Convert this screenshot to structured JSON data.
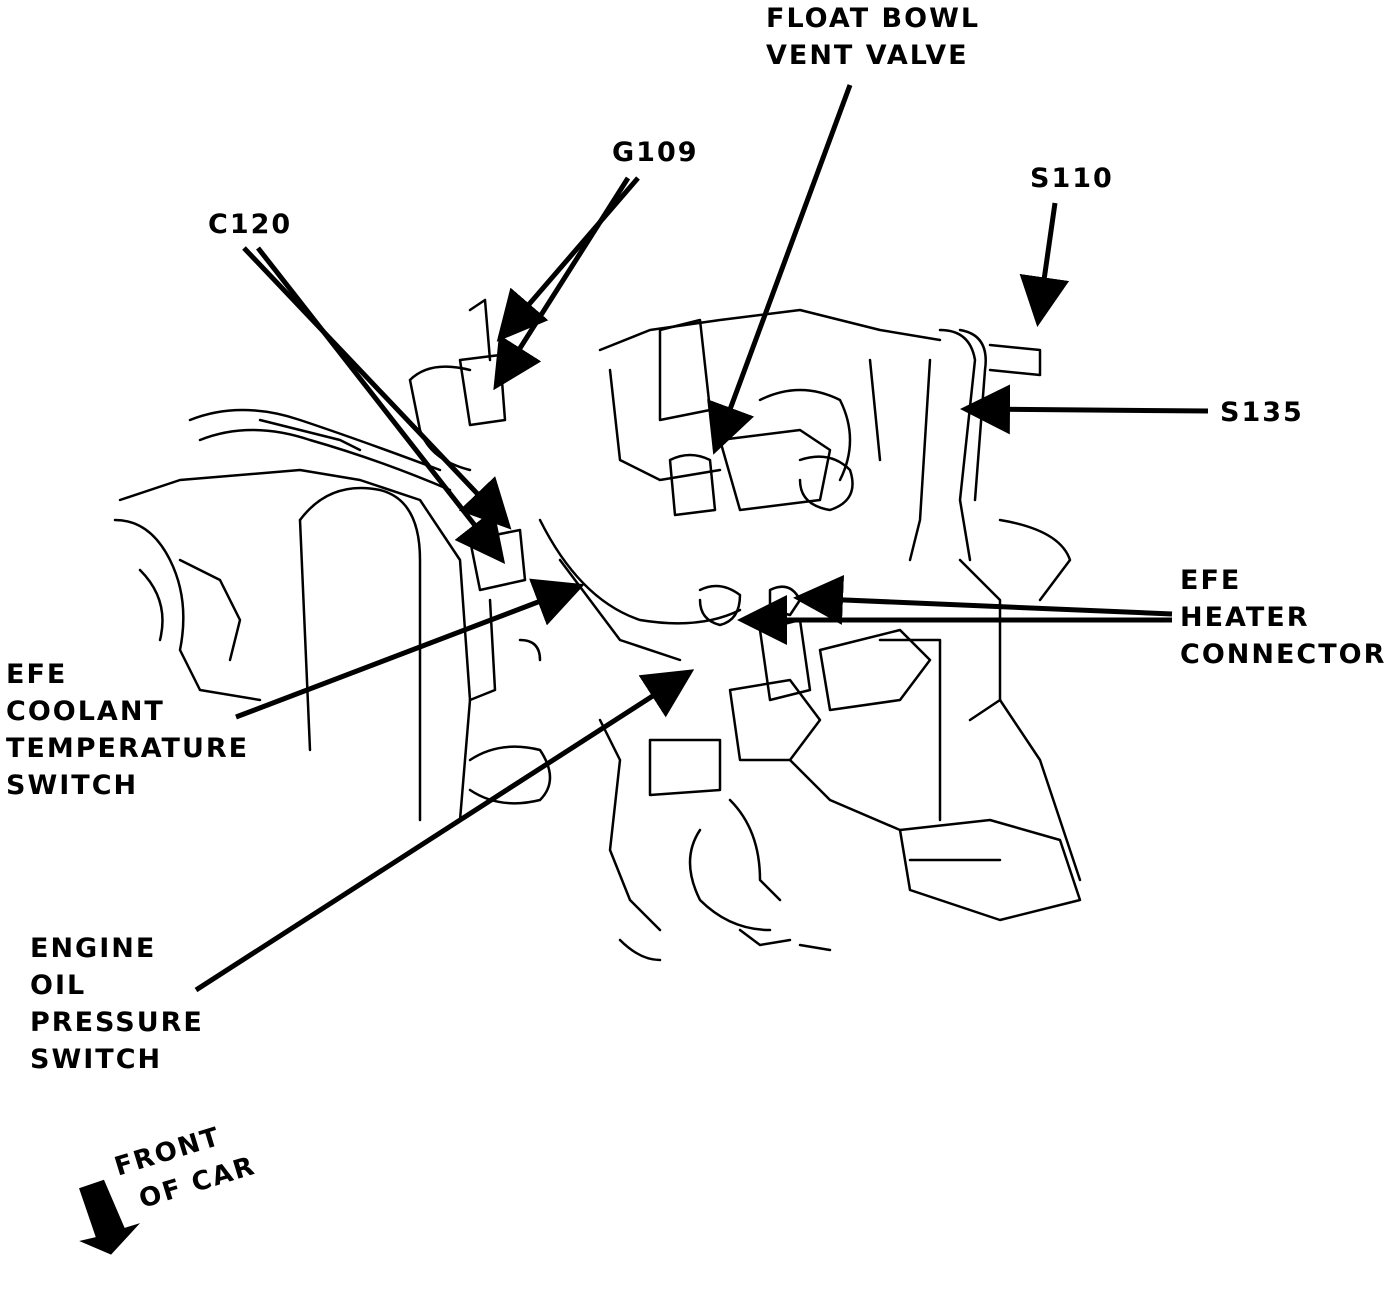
{
  "labels": {
    "float_bowl": [
      "FLOAT BOWL",
      "VENT VALVE"
    ],
    "g109": "G109",
    "c120": "C120",
    "s110": "S110",
    "s135": "S135",
    "efe_heater": [
      "EFE",
      "HEATER",
      "CONNECTOR"
    ],
    "efe_coolant": [
      "EFE",
      "COOLANT",
      "TEMPERATURE",
      "SWITCH"
    ],
    "oil_pressure": [
      "ENGINE",
      "OIL",
      "PRESSURE",
      "SWITCH"
    ],
    "front_of_car": [
      "FRONT",
      "OF CAR"
    ]
  },
  "colors": {
    "ink": "#000000",
    "paper": "#ffffff"
  }
}
